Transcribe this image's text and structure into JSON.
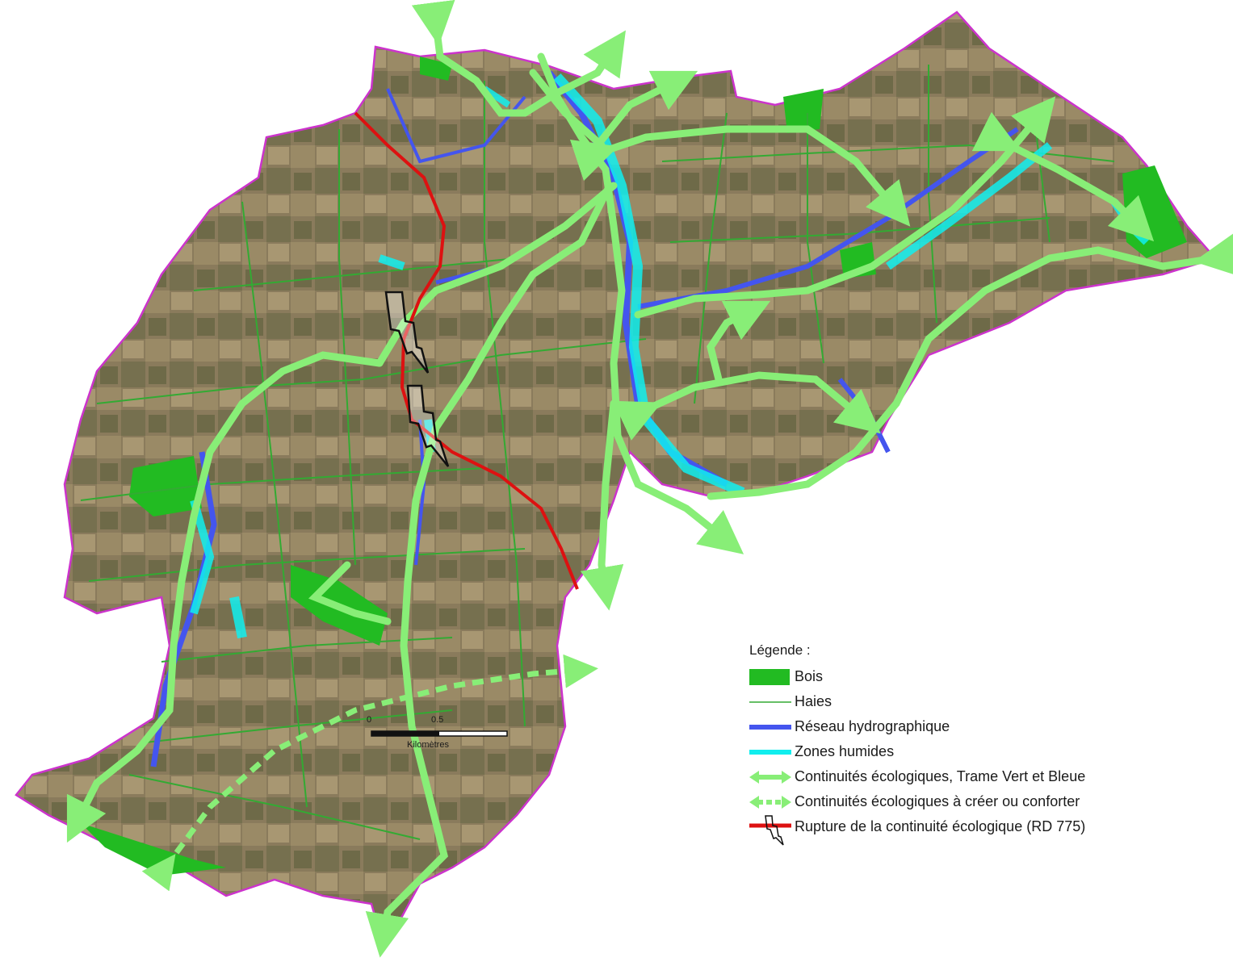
{
  "legend": {
    "title": "Légende :",
    "items": [
      {
        "key": "bois",
        "label": "Bois",
        "color": "#22bb22"
      },
      {
        "key": "haies",
        "label": "Haies",
        "color": "#33aa33"
      },
      {
        "key": "hydro",
        "label": "Réseau hydrographique",
        "color": "#4455ee"
      },
      {
        "key": "humides",
        "label": "Zones humides",
        "color": "#11eeee"
      },
      {
        "key": "tvb",
        "label": "Continuités écologiques, Trame Vert et Bleue",
        "color": "#88ee77"
      },
      {
        "key": "creer",
        "label": "Continuités écologiques à créer ou conforter",
        "color": "#88ee77"
      },
      {
        "key": "rupture",
        "label": "Rupture de la continuité écologique (RD 775)",
        "color": "#dd1111"
      }
    ]
  },
  "scale": {
    "zero": "0",
    "half": "0.5",
    "unit": "Kilomètres"
  },
  "colors": {
    "terrain": "#8a7a5a",
    "boundary": "#cc33cc",
    "corridor": "#88ee77",
    "road": "#dd1111"
  },
  "icons": {
    "rupture": "lightning-bolt-icon"
  }
}
